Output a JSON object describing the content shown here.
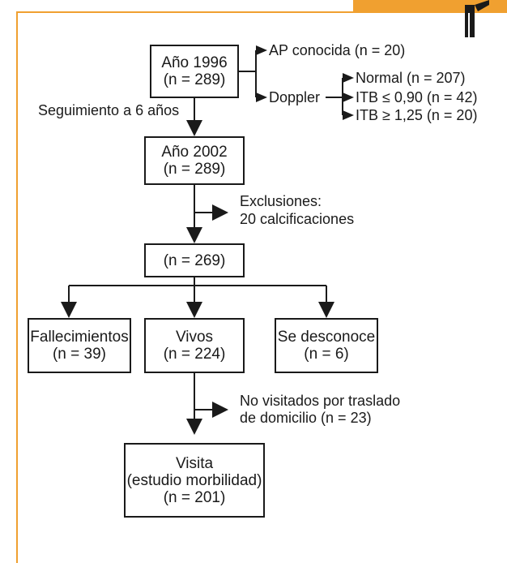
{
  "boxes": {
    "year1996": {
      "line1": "Año 1996",
      "line2": "(n = 289)"
    },
    "year2002": {
      "line1": "Año 2002",
      "line2": "(n = 289)"
    },
    "n269": {
      "line1": "(n = 269)"
    },
    "deaths": {
      "line1": "Fallecimientos",
      "line2": "(n = 39)"
    },
    "alive": {
      "line1": "Vivos",
      "line2": "(n = 224)"
    },
    "unknown": {
      "line1": "Se desconoce",
      "line2": "(n = 6)"
    },
    "visit": {
      "line1": "Visita",
      "line2": "(estudio morbilidad)",
      "line3": "(n = 201)"
    }
  },
  "labels": {
    "ap_known": "AP conocida (n = 20)",
    "doppler": "Doppler",
    "normal": "Normal (n = 207)",
    "itb_low": "ITB ≤ 0,90 (n = 42)",
    "itb_high": "ITB ≥ 1,25 (n = 20)",
    "followup": "Seguimiento a 6 años",
    "exclusions_1": "Exclusiones:",
    "exclusions_2": "20 calcificaciones",
    "not_visited_1": "No visitados por traslado",
    "not_visited_2": "de domicilio (n = 23)"
  },
  "colors": {
    "frame": "#f0a030",
    "ink": "#1a1a1a"
  },
  "icons": [
    "figure-icon"
  ]
}
